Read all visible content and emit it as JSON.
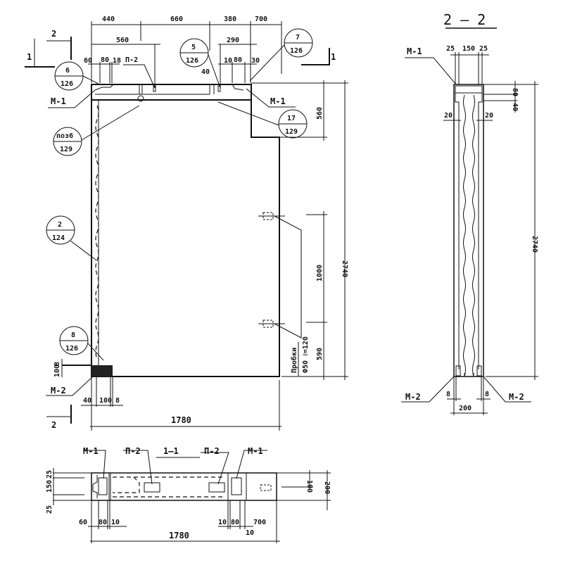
{
  "colors": {
    "ink": "#111111",
    "paper": "#ffffff"
  },
  "front_view": {
    "top_dims_row1": [
      "440",
      "660",
      "380",
      "700"
    ],
    "top_dims_row2": [
      "560",
      "290"
    ],
    "top_dims_row3": [
      "60",
      "80",
      "18",
      "10",
      "80",
      "30",
      "40"
    ],
    "labels": {
      "p2": "П-2",
      "m1_left": "М-1",
      "m1_right": "М-1",
      "m2": "М-2"
    },
    "callouts": [
      {
        "top": "6",
        "bottom": "126"
      },
      {
        "top": "5",
        "bottom": "126"
      },
      {
        "top": "7",
        "bottom": "126"
      },
      {
        "top": "17",
        "bottom": "129"
      },
      {
        "top": "поз6",
        "bottom": "129"
      },
      {
        "top": "2",
        "bottom": "124"
      },
      {
        "top": "8",
        "bottom": "126"
      }
    ],
    "section_marks": {
      "s1": "1",
      "s2": "2"
    },
    "right_dims": [
      "560",
      "2740",
      "1000",
      "590"
    ],
    "plugs_label": "Пробки",
    "plugs_spec": "Ф50 ℓ=120",
    "bottom_dims": [
      "40",
      "100",
      "8",
      "1780"
    ],
    "left_dims": [
      "100",
      "8"
    ]
  },
  "section_1_1": {
    "title": "1—1",
    "labels": [
      "М-1",
      "П-2",
      "П-2",
      "М-1"
    ],
    "left_dims": [
      "25",
      "150",
      "25"
    ],
    "right_dims": [
      "100",
      "200"
    ],
    "bottom_dims": [
      "60",
      "80",
      "10",
      "10",
      "80",
      "10",
      "700",
      "1780"
    ]
  },
  "section_2_2": {
    "title": "2 – 2",
    "m1": "М-1",
    "top_dims": [
      "25",
      "150",
      "25"
    ],
    "right_dims": [
      "80",
      "40",
      "2740"
    ],
    "side_dims": [
      "20",
      "20"
    ],
    "m2_left": "М-2",
    "m2_right": "М-2",
    "bottom_dims": [
      "8",
      "8",
      "200"
    ]
  }
}
